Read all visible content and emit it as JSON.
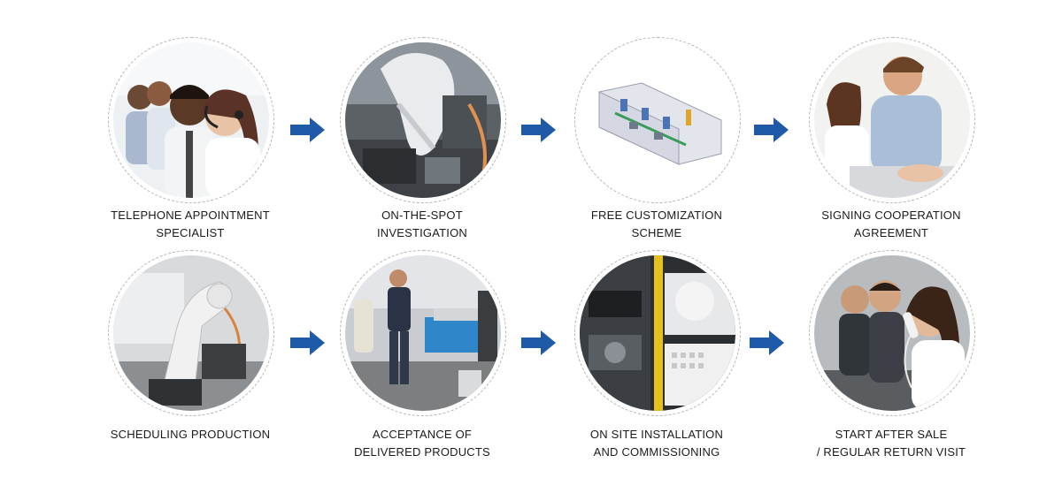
{
  "steps": [
    {
      "line1": "TELEPHONE APPOINTMENT",
      "line2": "SPECIALIST",
      "image": "call-center-team-photo"
    },
    {
      "line1": "ON-THE-SPOT",
      "line2": "INVESTIGATION",
      "image": "robot-arm-photo"
    },
    {
      "line1": "FREE CUSTOMIZATION",
      "line2": "SCHEME",
      "image": "production-line-cad-render"
    },
    {
      "line1": "SIGNING COOPERATION",
      "line2": "AGREEMENT",
      "image": "business-people-photo"
    },
    {
      "line1": "SCHEDULING PRODUCTION",
      "line2": "",
      "image": "industrial-robot-photo"
    },
    {
      "line1": "ACCEPTANCE OF",
      "line2": "DELIVERED PRODUCTS",
      "image": "factory-floor-photo"
    },
    {
      "line1": "ON SITE INSTALLATION",
      "line2": "AND COMMISSIONING",
      "image": "machinery-photo"
    },
    {
      "line1": "START AFTER SALE",
      "line2": "/ REGULAR RETURN VISIT",
      "image": "phone-support-photo"
    }
  ],
  "colors": {
    "arrow": "#1f5aa8",
    "border": "#b7b7b7",
    "text": "#1b1b1b"
  },
  "icons": {
    "arrow": "right-arrow-icon"
  }
}
